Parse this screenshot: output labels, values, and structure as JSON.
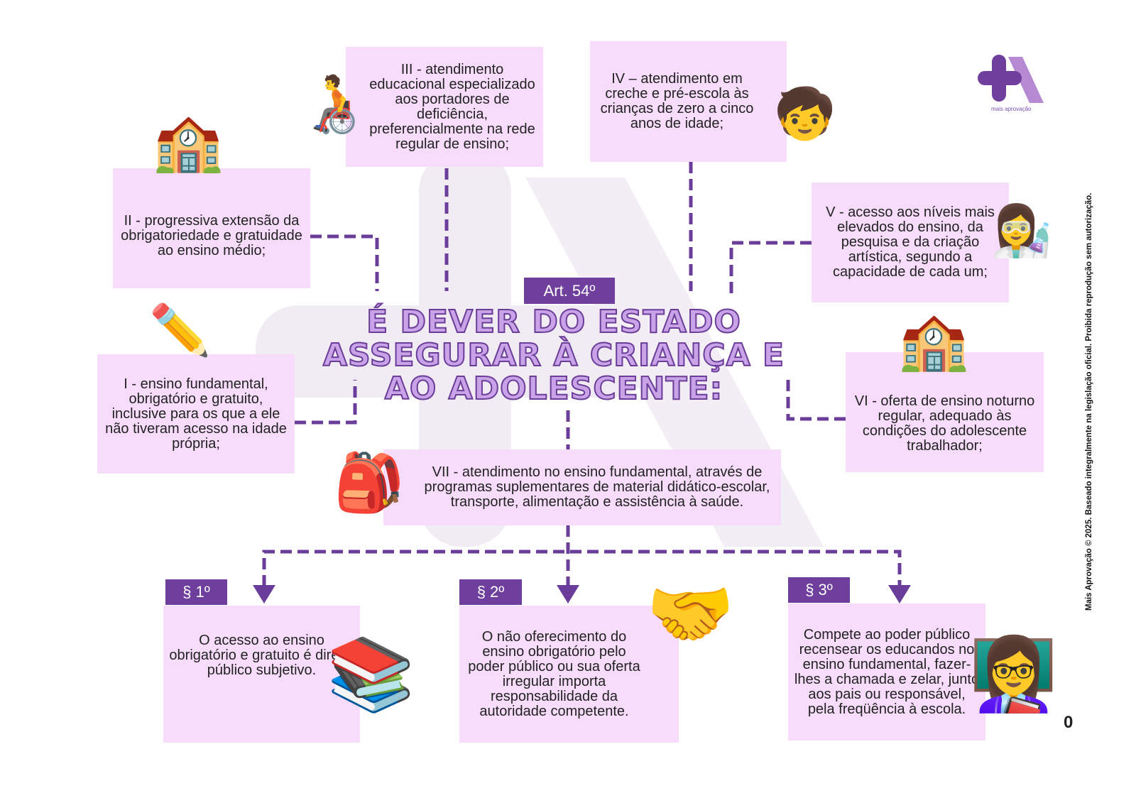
{
  "article": "Art. 54º",
  "title": "É DEVER DO ESTADO ASSEGURAR À CRIANÇA E AO ADOLESCENTE:",
  "items": {
    "i": "I - ensino fundamental, obrigatório e gratuito, inclusive para os que a ele não tiveram acesso na idade própria;",
    "ii": "II - progressiva extensão da obrigatoriedade e gratuidade ao ensino médio;",
    "iii": "III - atendimento educacional especializado aos portadores de deficiência, preferencialmente na rede regular de ensino;",
    "iv": "IV – atendimento em creche e pré-escola às crianças de zero a cinco anos de idade;",
    "v": "V - acesso aos níveis mais elevados do ensino, da pesquisa e da criação artística, segundo a capacidade de cada um;",
    "vi": "VI - oferta de ensino noturno regular, adequado às condições do adolescente trabalhador;",
    "vii": "VII - atendimento no ensino fundamental, através de programas suplementares de material didático-escolar, transporte, alimentação e assistência à saúde."
  },
  "paragraphs": [
    {
      "label": "§ 1º",
      "text": "O acesso ao ensino obrigatório e gratuito é direito público subjetivo."
    },
    {
      "label": "§ 2º",
      "text": "O não oferecimento do ensino obrigatório pelo poder público ou sua oferta irregular importa responsabilidade da autoridade competente."
    },
    {
      "label": "§ 3º",
      "text": "Compete ao poder público recensear os educandos no ensino fundamental, fazer-lhes a chamada e zelar, junto aos pais ou responsável, pela freqüência à escola."
    }
  ],
  "logo_text": "mais aprovação",
  "footer_notice": "Mais Aprovação © 2025. Baseado integralmente na legislação oficial. Proibida reprodução sem autorização.",
  "page_number": "0",
  "colors": {
    "box": "#f7dcfb",
    "accent": "#6e3f9c",
    "title_fill": "#c9a3e8"
  }
}
